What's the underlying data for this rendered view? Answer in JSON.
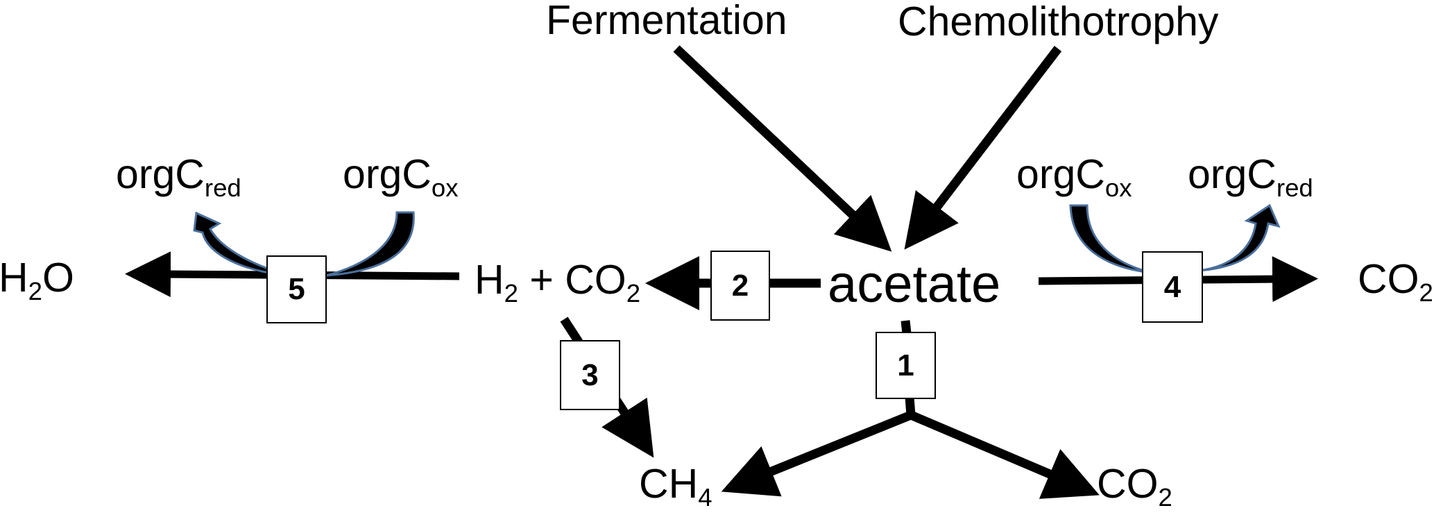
{
  "sources": {
    "fermentation": "Fermentation",
    "chemolithotrophy": "Chemolithotrophy"
  },
  "center": {
    "acetate": "acetate"
  },
  "left": {
    "h2": "H",
    "h2_sub": "2",
    "plus": " + CO",
    "co2_sub": "2",
    "water": "H",
    "water_sub": "2",
    "water_tail": "O",
    "orgc_red_main": "orgC",
    "orgc_red_sub": "red",
    "orgc_ox_main": "orgC",
    "orgc_ox_sub": "ox"
  },
  "right": {
    "orgc_ox_main": "orgC",
    "orgc_ox_sub": "ox",
    "orgc_red_main": "orgC",
    "orgc_red_sub": "red",
    "co2_main": "CO",
    "co2_sub": "2"
  },
  "bottom": {
    "ch4_main": "CH",
    "ch4_sub": "4",
    "co2_main": "CO",
    "co2_sub": "2"
  },
  "pathways": {
    "p1": "1",
    "p2": "2",
    "p3": "3",
    "p4": "4",
    "p5": "5"
  },
  "colors": {
    "arrow": "#000000",
    "curved_arrow_outline": "#4a6f9c"
  }
}
